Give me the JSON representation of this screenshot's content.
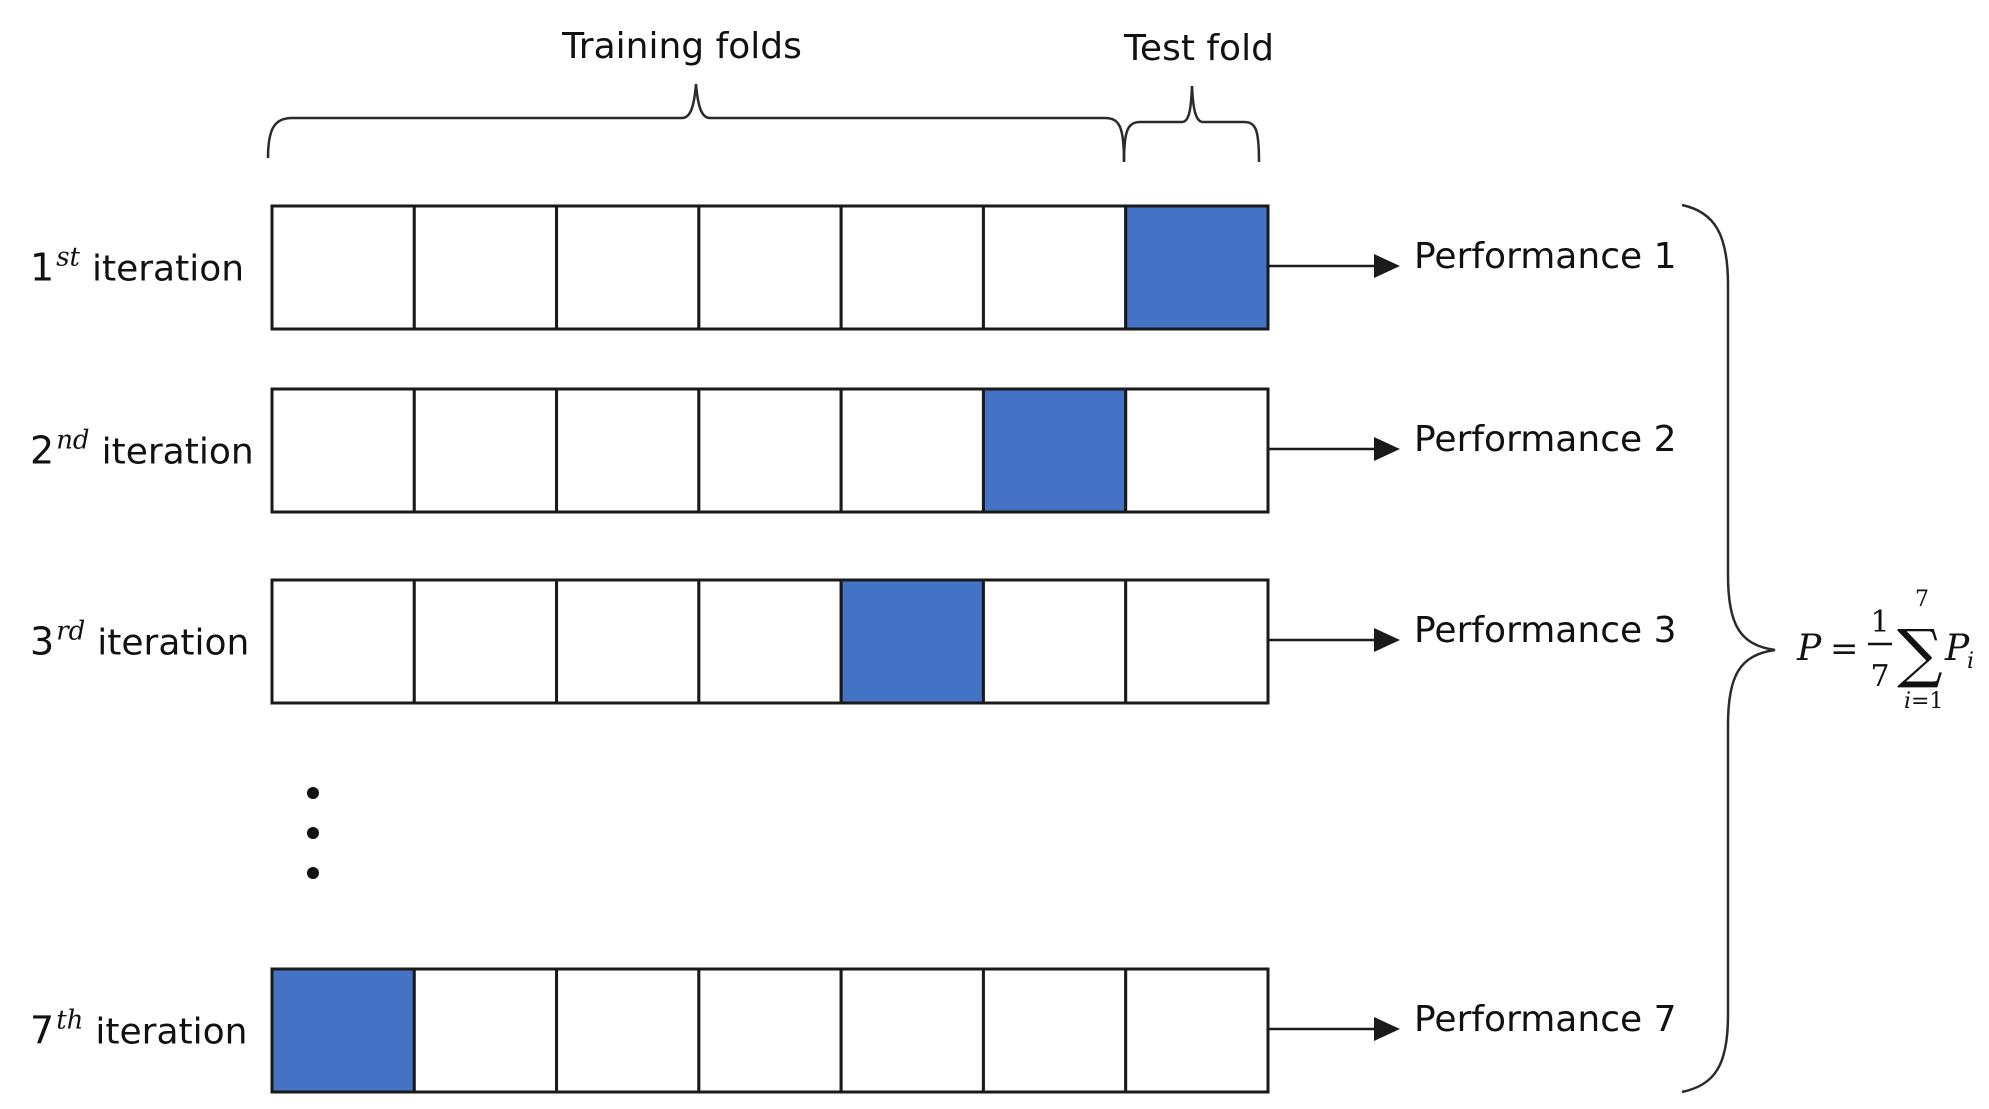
{
  "header": {
    "training_label": "Training folds",
    "test_label": "Test fold"
  },
  "colors": {
    "test_fold": "#4472C4",
    "train_fold": "#FFFFFF",
    "outline": "#1A1A1A"
  },
  "iterations": [
    {
      "num": "1",
      "sup": "st",
      "word": "iteration",
      "test_fold": 7,
      "performance": "Performance 1"
    },
    {
      "num": "2",
      "sup": "nd",
      "word": "iteration",
      "test_fold": 6,
      "performance": "Performance 2"
    },
    {
      "num": "3",
      "sup": "rd",
      "word": "iteration",
      "test_fold": 5,
      "performance": "Performance 3"
    },
    {
      "num": "7",
      "sup": "th",
      "word": "iteration",
      "test_fold": 1,
      "performance": "Performance 7"
    }
  ],
  "folds_per_row": 7,
  "formula": {
    "lhs": "P",
    "equals": "=",
    "numerator": "1",
    "denominator": "7",
    "sum_symbol": "∑",
    "upper": "7",
    "lower_var": "i",
    "lower_eq": "=1",
    "term": "P",
    "term_sub": "i"
  }
}
